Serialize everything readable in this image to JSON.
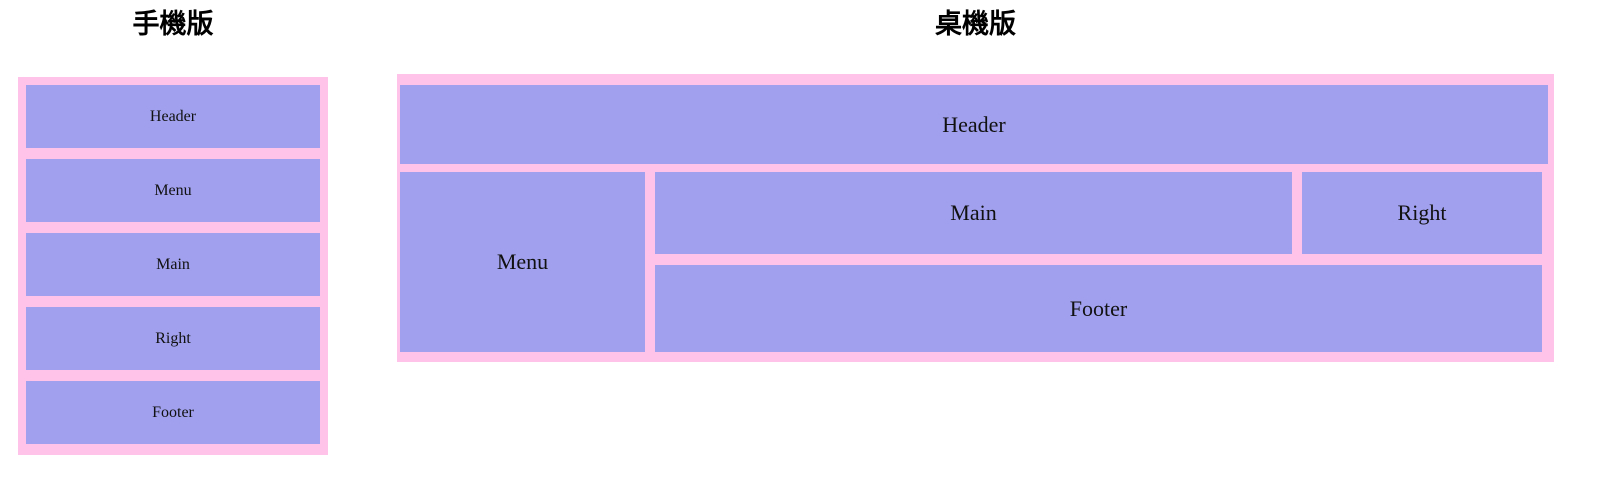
{
  "colors": {
    "pink": "#ffc2e9",
    "purple": "#a0a0ee",
    "text": "#111111",
    "title": "#000000",
    "background": "#ffffff"
  },
  "titles": {
    "mobile": "手機版",
    "desktop": "桌機版"
  },
  "mobile_layout": {
    "blocks": [
      {
        "label": "Header"
      },
      {
        "label": "Menu"
      },
      {
        "label": "Main"
      },
      {
        "label": "Right"
      },
      {
        "label": "Footer"
      }
    ]
  },
  "desktop_layout": {
    "blocks": {
      "header": {
        "label": "Header"
      },
      "menu": {
        "label": "Menu"
      },
      "main": {
        "label": "Main"
      },
      "right": {
        "label": "Right"
      },
      "footer": {
        "label": "Footer"
      }
    }
  }
}
